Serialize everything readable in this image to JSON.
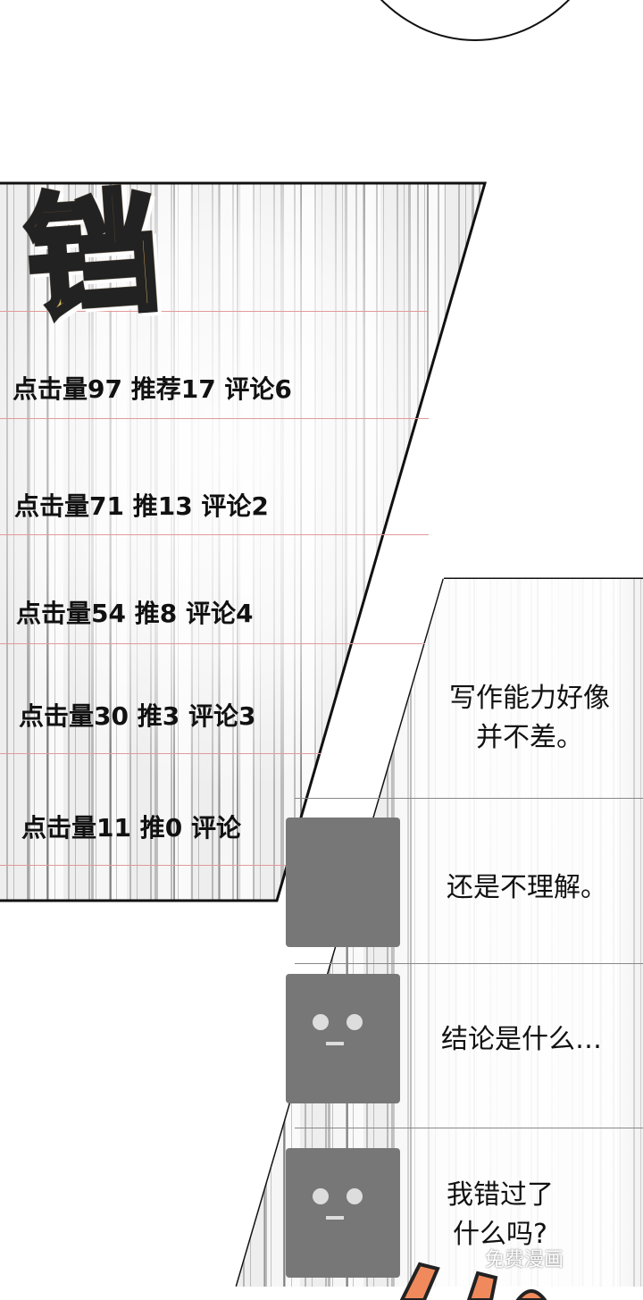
{
  "sound_effect": "铛",
  "stats_panel": {
    "rows": [
      "点击量97 推荐17 评论6",
      "点击量71 推13 评论2",
      "点击量54 推8 评论4",
      "点击量30 推3 评论3",
      "点击量11 推0 评论"
    ]
  },
  "thoughts_panel": {
    "lines": [
      "写作能力好像\n并不差。",
      "还是不理解。",
      "结论是什么…",
      "我错过了\n什么吗?"
    ]
  },
  "watermark": "免费漫画",
  "colors": {
    "sfx_orange": "#f39a47",
    "sfx_yellow": "#f2e07a",
    "rule_red": "#e29a9a"
  }
}
